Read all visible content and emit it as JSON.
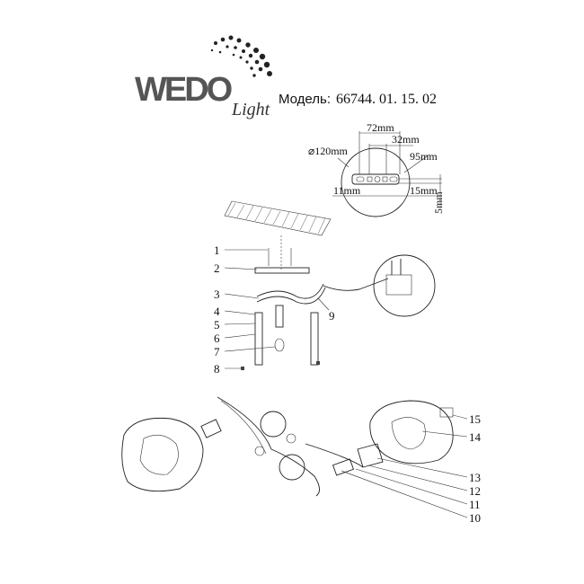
{
  "logo": {
    "brand": "WEDO",
    "sub": "Light"
  },
  "model": {
    "label": "Модель:",
    "number": "66744. 01. 15. 02"
  },
  "detail": {
    "diameter": "⌀120mm",
    "dim_72": "72mm",
    "dim_32": "32mm",
    "dim_95": "95mm",
    "dim_11": "11mm",
    "dim_15": "15mm",
    "dim_5": "5mm"
  },
  "parts": [
    "1",
    "2",
    "3",
    "4",
    "5",
    "6",
    "7",
    "8",
    "9",
    "10",
    "11",
    "12",
    "13",
    "14",
    "15"
  ],
  "colors": {
    "line": "#222222",
    "background": "#ffffff"
  }
}
